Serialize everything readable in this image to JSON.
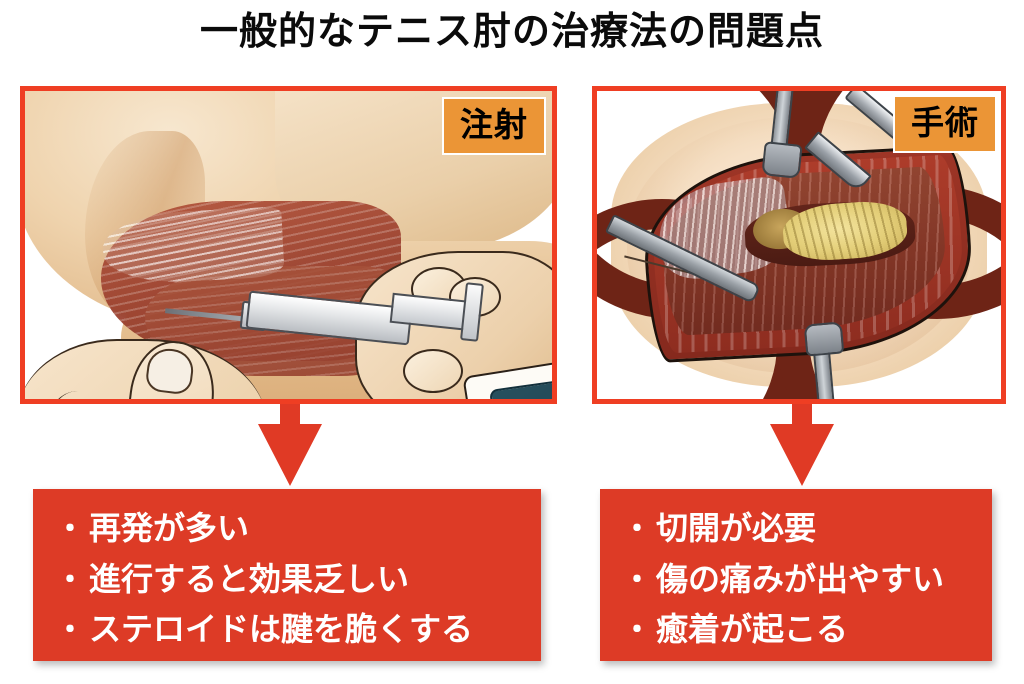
{
  "page": {
    "title": "一般的なテニス肘の治療法の問題点",
    "accent_red": "#ef3e23",
    "box_red": "#dd3b26",
    "badge_orange": "#eb9536",
    "background": "#ffffff"
  },
  "panels": [
    {
      "id": "injection",
      "badge_label": "注射",
      "illustration_name": "elbow-injection-illustration",
      "arrow_name": "arrow-down-injection",
      "bullets": [
        {
          "marker": "・",
          "text": "再発が多い"
        },
        {
          "marker": "・",
          "text": "進行すると効果乏しい"
        },
        {
          "marker": "・",
          "text": "ステロイドは腱を脆くする"
        }
      ]
    },
    {
      "id": "surgery",
      "badge_label": "手術",
      "illustration_name": "open-surgery-illustration",
      "arrow_name": "arrow-down-surgery",
      "bullets": [
        {
          "marker": "・",
          "text": "切開が必要"
        },
        {
          "marker": "・",
          "text": "傷の痛みが出やすい"
        },
        {
          "marker": "・",
          "text": "癒着が起こる"
        }
      ]
    }
  ]
}
